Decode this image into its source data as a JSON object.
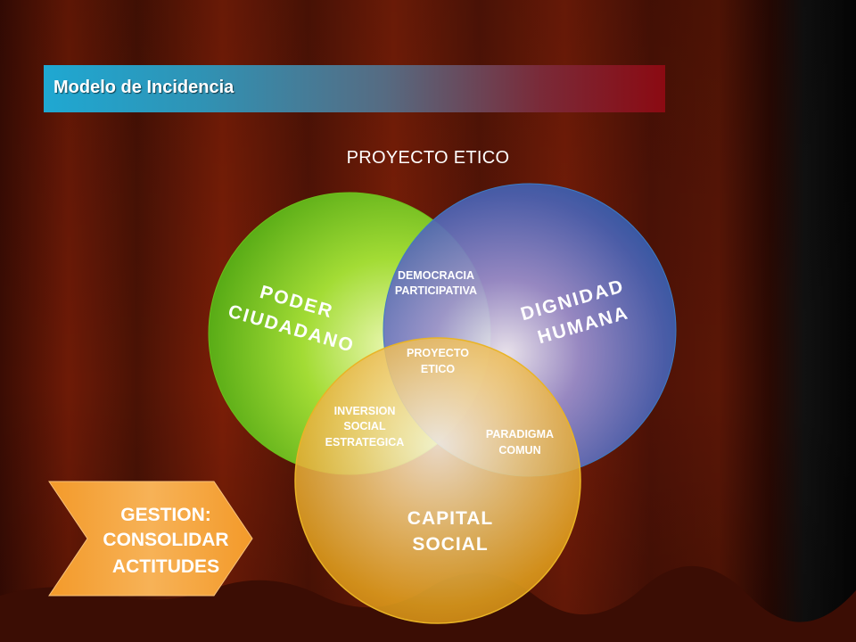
{
  "header": {
    "title": "Modelo de Incidencia"
  },
  "diagram": {
    "heading": "PROYECTO ETICO",
    "circles": [
      {
        "label_lines": [
          "PODER",
          "CIUDADANO"
        ],
        "color": "#7ccc1e"
      },
      {
        "label_lines": [
          "DIGNIDAD",
          "HUMANA"
        ],
        "color": "#2e5fae"
      },
      {
        "label_lines": [
          "CAPITAL",
          "SOCIAL"
        ],
        "color": "#e8b024"
      }
    ],
    "intersections": {
      "poder_dignidad": [
        "DEMOCRACIA",
        "PARTICIPATIVA"
      ],
      "poder_capital": [
        "INVERSION",
        "SOCIAL",
        "ESTRATEGICA"
      ],
      "dignidad_capital": [
        "PARADIGMA",
        "COMUN"
      ],
      "center": [
        "PROYECTO",
        "ETICO"
      ]
    },
    "chevron": {
      "lines": [
        "GESTION:",
        "CONSOLIDAR",
        "ACTITUDES"
      ],
      "color": "#f5a53a"
    }
  }
}
